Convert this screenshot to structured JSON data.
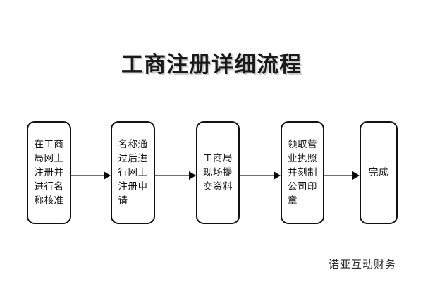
{
  "diagram": {
    "title": "工商注册详细流程",
    "watermark": "诺亚互动财务",
    "colors": {
      "background": "#ffffff",
      "node_border": "#111111",
      "node_fill": "#ffffff",
      "text": "#121212",
      "connector_line": "#6e6e6e",
      "arrow_head": "#050505",
      "title_text": "#1a1a1a",
      "title_shadow": "#c9c9c9",
      "watermark_text": "#2b2b2b"
    },
    "type": "flowchart",
    "orientation": "left-to-right",
    "nodes": [
      {
        "id": "step-1",
        "label": "在工商\n局网上\n注册并\n进行名\n称核准",
        "shape": "rounded-rectangle"
      },
      {
        "id": "step-2",
        "label": "名称通\n过后进\n行网上\n注册申\n请",
        "shape": "rounded-rectangle"
      },
      {
        "id": "step-3",
        "label": "工商局\n现场提\n交资料",
        "shape": "rounded-rectangle"
      },
      {
        "id": "step-4",
        "label": "领取营\n业执照\n并刻制\n公司印\n章",
        "shape": "rounded-rectangle"
      },
      {
        "id": "step-5",
        "label": "完成",
        "shape": "rounded-rectangle"
      }
    ],
    "connectors": [
      {
        "id": "arrow-1",
        "from": "step-1",
        "to": "step-2",
        "style": "solid-arrow"
      },
      {
        "id": "arrow-2",
        "from": "step-2",
        "to": "step-3",
        "style": "solid-arrow"
      },
      {
        "id": "arrow-3",
        "from": "step-3",
        "to": "step-4",
        "style": "solid-arrow"
      },
      {
        "id": "arrow-4",
        "from": "step-4",
        "to": "step-5",
        "style": "solid-arrow"
      }
    ]
  }
}
